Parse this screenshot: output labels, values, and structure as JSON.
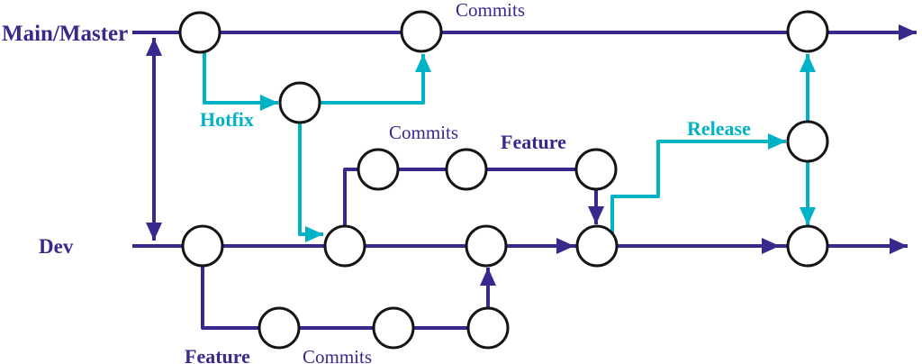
{
  "labels": {
    "main": "Main/Master",
    "dev": "Dev",
    "hotfix": "Hotfix",
    "release": "Release",
    "feature_top": "Feature",
    "feature_bottom": "Feature",
    "commits_top": "Commits",
    "commits_mid": "Commits",
    "commits_bottom": "Commits"
  },
  "colors": {
    "purple": "#362a8d",
    "cyan": "#00b2c5",
    "node_stroke": "#151515",
    "node_fill": "#ffffff"
  },
  "structure": {
    "type": "git-branching-diagram",
    "branches": [
      {
        "name": "Main/Master",
        "color": "#362a8d",
        "commit_nodes": 3
      },
      {
        "name": "Dev",
        "color": "#362a8d",
        "commit_nodes": 5
      },
      {
        "name": "Hotfix",
        "color": "#00b2c5",
        "commit_nodes": 1
      },
      {
        "name": "Feature (upper)",
        "color": "#362a8d",
        "commit_nodes": 3
      },
      {
        "name": "Feature (lower)",
        "color": "#362a8d",
        "commit_nodes": 3
      },
      {
        "name": "Release",
        "color": "#00b2c5",
        "commit_nodes": 1
      }
    ],
    "edges": [
      "Main/Master <-> Dev (double-headed sync arrow)",
      "Main commit 1 -> Hotfix (branch out)",
      "Hotfix -> Main commit 2 (merge up)",
      "Hotfix -> Dev commit 2 (merge down)",
      "Dev commit 2 -> Feature upper (branch out)",
      "Feature upper -> Dev commit 4 (merge)",
      "Dev commit 1 -> Feature lower (branch out)",
      "Feature lower -> Dev commit 3 (merge)",
      "Dev commit 4 -> Release (branch out)",
      "Release -> Main commit 3 (merge up)",
      "Release -> Dev commit 5 (merge down)"
    ]
  }
}
